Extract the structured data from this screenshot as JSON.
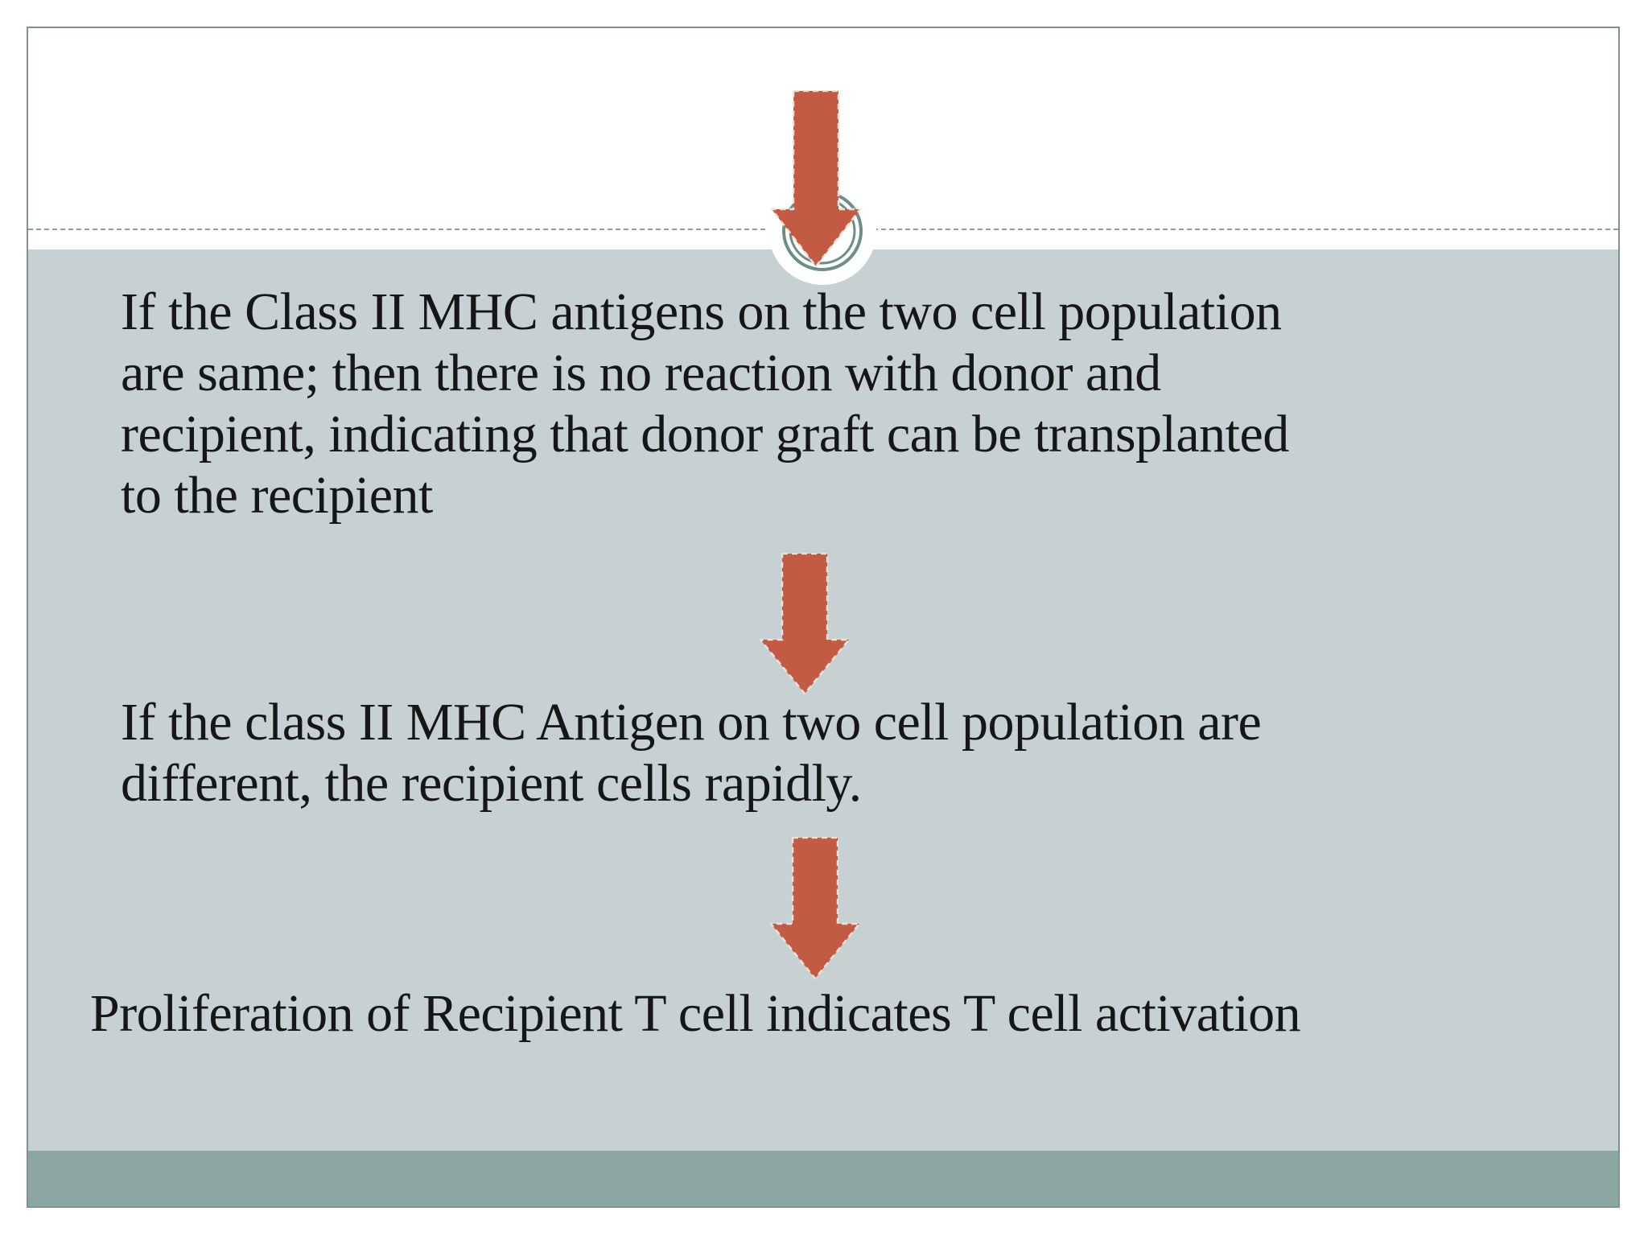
{
  "slide": {
    "step1": {
      "lines": [
        "If the Class II MHC antigens on the two cell population",
        "are same; then there is no reaction with donor and",
        "recipient, indicating that donor graft can be transplanted",
        "to the recipient"
      ]
    },
    "step2": {
      "lines": [
        "If the class II MHC Antigen on two cell population are",
        "different, the recipient cells rapidly."
      ]
    },
    "conclusion": "Proliferation of Recipient T cell indicates T cell activation",
    "icons": {
      "flow_arrow": "down-arrow-icon",
      "emblem": "double-circle-emblem"
    },
    "colors": {
      "arrow_fill": "#c35a43",
      "arrow_dash": "#ece2d6",
      "body_background": "#c7d1d3",
      "footer_bar": "#8ba6a3",
      "ring": "#6e8d8a",
      "dashed_divider": "#8e9e9c",
      "text": "#161616"
    }
  }
}
